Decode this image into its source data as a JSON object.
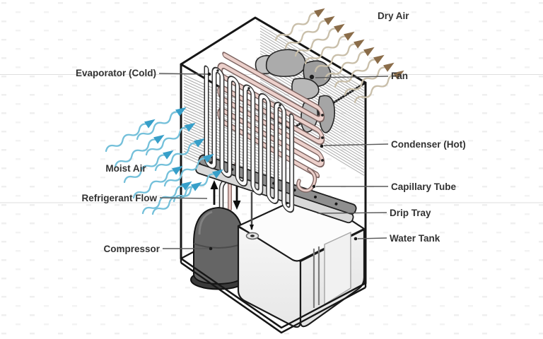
{
  "labels": {
    "evaporator": "Evaporator (Cold)",
    "fan": "Fan",
    "dry_air": "Dry Air",
    "moist_air": "Moist Air",
    "condenser": "Condenser (Hot)",
    "capillary_tube": "Capillary Tube",
    "refrigerant_flow": "Refrigerant Flow",
    "drip_tray": "Drip Tray",
    "compressor": "Compressor",
    "water_tank": "Water Tank"
  },
  "colors": {
    "outline": "#161616",
    "label_text": "#323232",
    "moist_air_wave": "#74c0da",
    "moist_air_head": "#379fc9",
    "dry_air_wave": "#c9bfaa",
    "dry_air_head": "#8a6c49",
    "condenser_fill": "#ecd0cb",
    "condenser_outline": "#7c6360",
    "evaporator_fill": "#fafafa",
    "evaporator_outline": "#2f2f2f",
    "fan_fill": "#ababab",
    "compressor_fill": "#656565",
    "tray_fill": "#8f8f8f",
    "tank_fill": "#f7f7f7"
  }
}
